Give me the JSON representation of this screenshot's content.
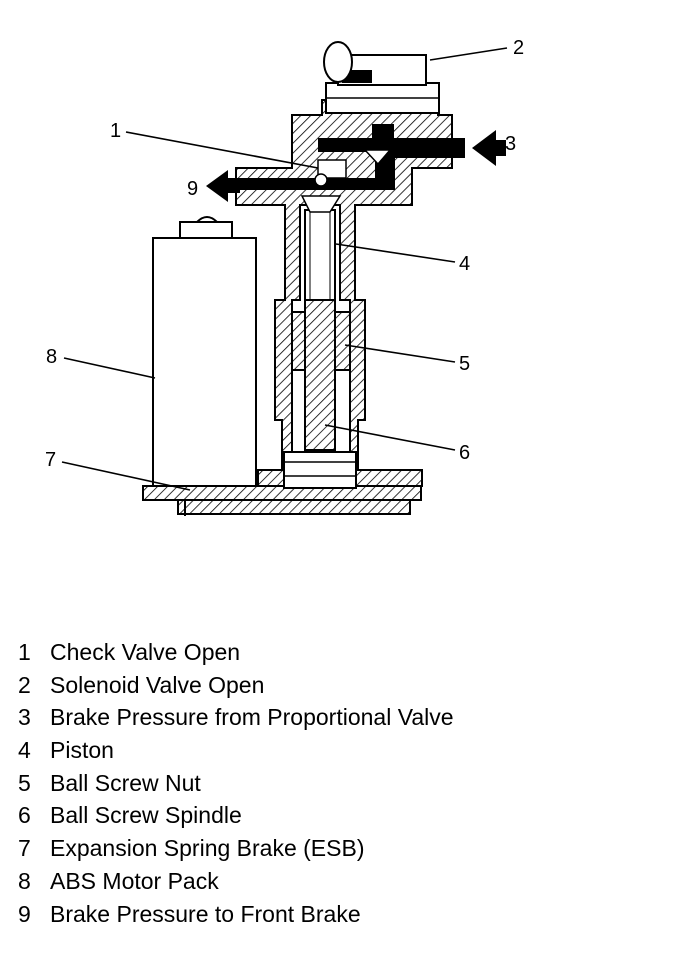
{
  "callouts": [
    "1",
    "2",
    "3",
    "4",
    "5",
    "6",
    "7",
    "8",
    "9"
  ],
  "legend": [
    {
      "num": "1",
      "text": "Check Valve Open"
    },
    {
      "num": "2",
      "text": "Solenoid Valve Open"
    },
    {
      "num": "3",
      "text": "Brake Pressure from Proportional Valve"
    },
    {
      "num": "4",
      "text": "Piston"
    },
    {
      "num": "5",
      "text": "Ball Screw Nut"
    },
    {
      "num": "6",
      "text": "Ball Screw Spindle"
    },
    {
      "num": "7",
      "text": "Expansion Spring Brake (ESB)"
    },
    {
      "num": "8",
      "text": "ABS Motor Pack"
    },
    {
      "num": "9",
      "text": "Brake Pressure to Front Brake"
    }
  ]
}
